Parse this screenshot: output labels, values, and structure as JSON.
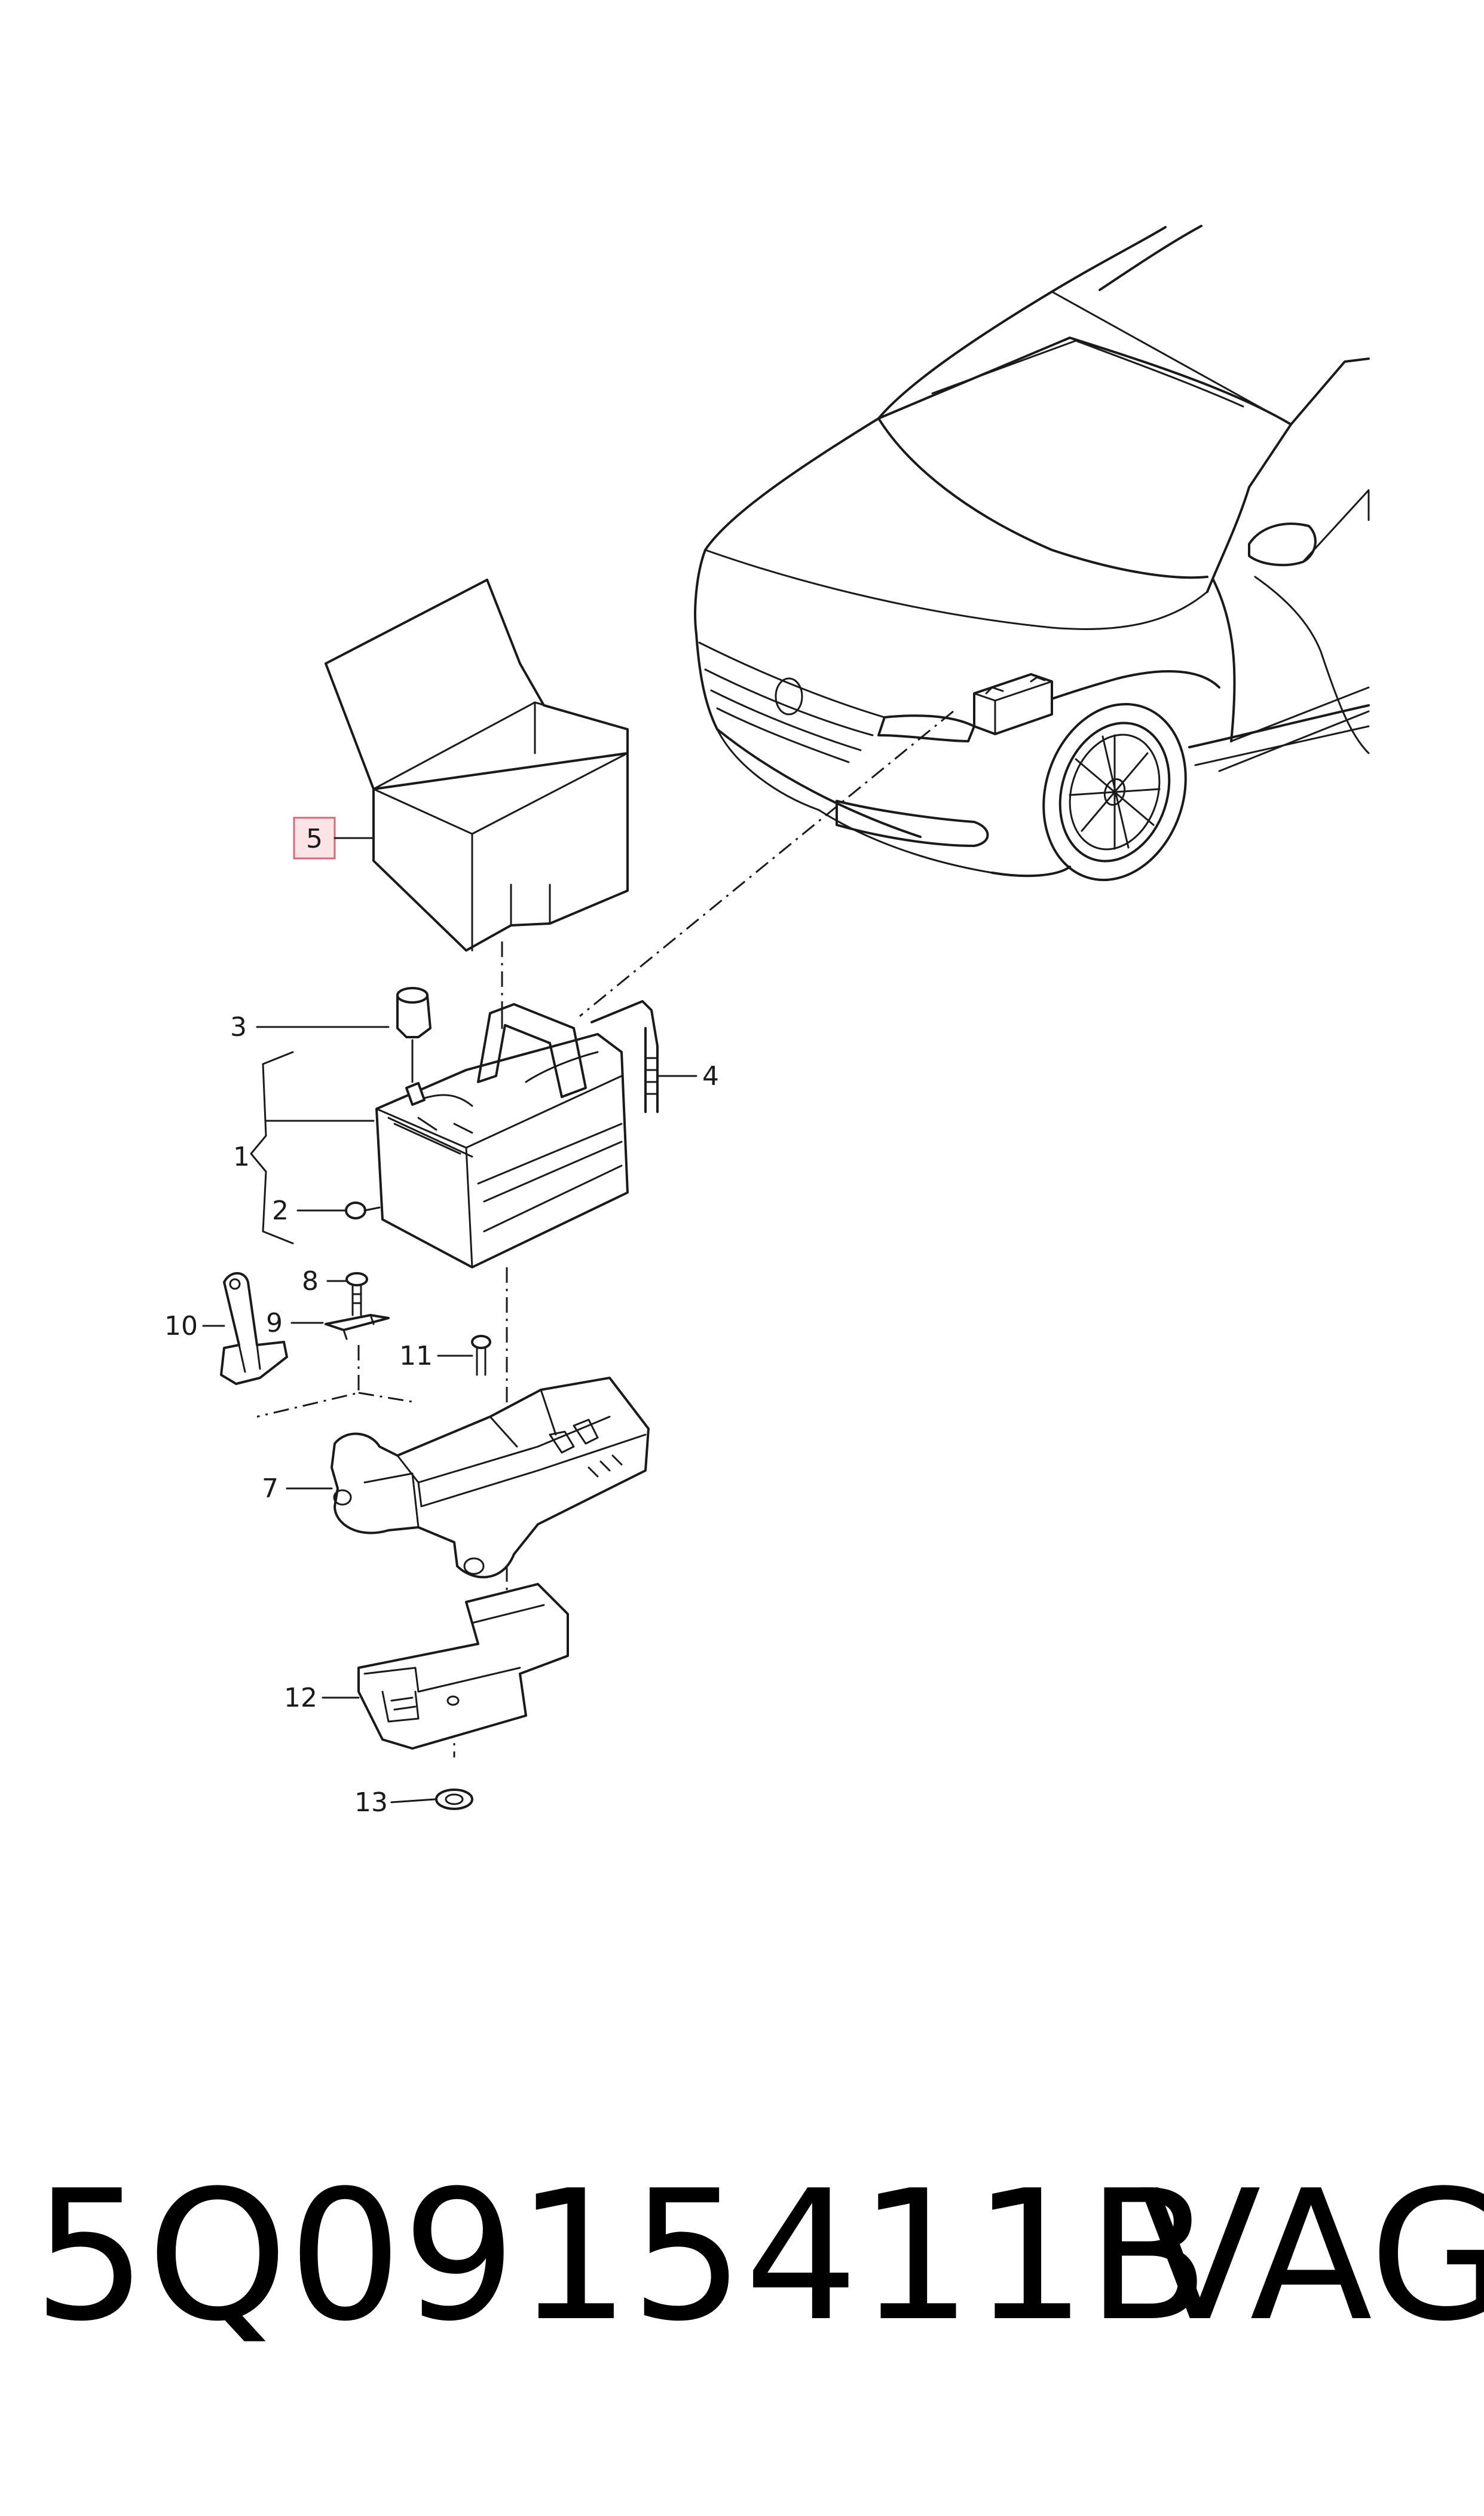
{
  "diagram": {
    "callouts": [
      {
        "id": "c1",
        "label": "1"
      },
      {
        "id": "c2",
        "label": "2"
      },
      {
        "id": "c3",
        "label": "3"
      },
      {
        "id": "c4",
        "label": "4"
      },
      {
        "id": "c5",
        "label": "5",
        "highlighted": true
      },
      {
        "id": "c7",
        "label": "7"
      },
      {
        "id": "c8",
        "label": "8"
      },
      {
        "id": "c9",
        "label": "9"
      },
      {
        "id": "c10",
        "label": "10"
      },
      {
        "id": "c11",
        "label": "11"
      },
      {
        "id": "c12",
        "label": "12"
      },
      {
        "id": "c13",
        "label": "13"
      }
    ],
    "highlight_color": "#fbe3e6",
    "highlight_border_color": "#d56a7a"
  },
  "footer": {
    "part_number": "5Q0915411B",
    "brand": "VAG"
  }
}
